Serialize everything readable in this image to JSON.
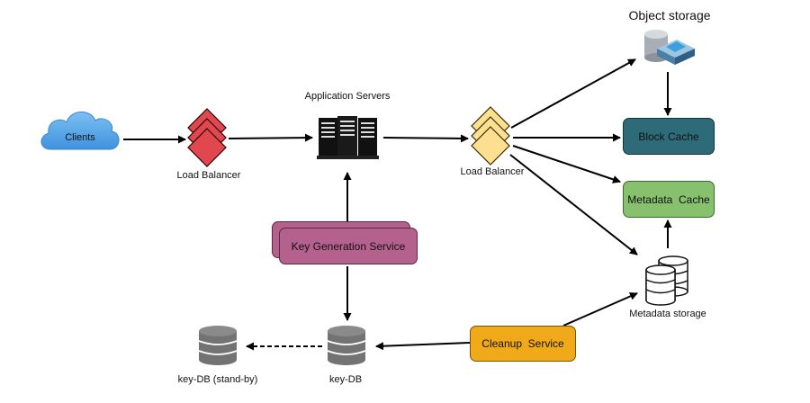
{
  "nodes": {
    "clients": "Clients",
    "lb1": "Load Balancer",
    "app_servers": "Application Servers",
    "lb2": "Load Balancer",
    "object_storage": "Object storage",
    "block_cache": "Block Cache",
    "metadata_cache": "Metadata  Cache",
    "metadata_storage": "Metadata storage",
    "key_gen": "Key Generation Service",
    "cleanup": "Cleanup  Service",
    "key_db": "key-DB",
    "key_db_standby": "key-DB (stand-by)"
  },
  "colors": {
    "cloud": "#5aa8ea",
    "lb1": "#e0474f",
    "lb2": "#fde08f",
    "block_cache": "#2e6b79",
    "metadata_cache": "#87c16e",
    "key_gen": "#b5618e",
    "cleanup": "#f0a918",
    "db": "#737373"
  }
}
